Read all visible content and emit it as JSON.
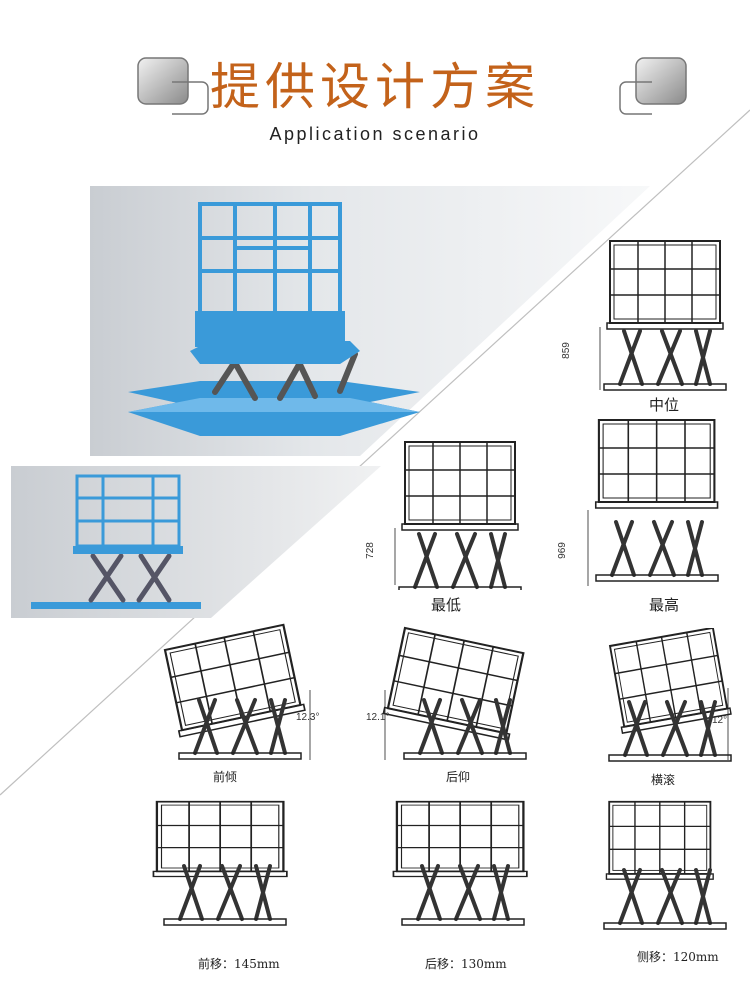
{
  "header": {
    "title": "提供设计方案",
    "subtitle": "Application scenario"
  },
  "colors": {
    "title": "#c3621a",
    "platform_blue": "#3a9ad9",
    "line": "#222222",
    "diagonal": "#bfbfbf"
  },
  "views": {
    "mid": {
      "label": "中位",
      "dim": "859"
    },
    "low": {
      "label": "最低",
      "dim": "728"
    },
    "high": {
      "label": "最高",
      "dim": "969"
    },
    "front_tilt": {
      "label": "前倾",
      "dim": "12.3°"
    },
    "back_tilt": {
      "label": "后仰",
      "dim": "12.1°"
    },
    "roll": {
      "label": "横滚",
      "dim": "12°"
    },
    "front_shift": {
      "label": "前移：145mm"
    },
    "back_shift": {
      "label": "后移：130mm"
    },
    "side_shift": {
      "label": "侧移：120mm"
    }
  }
}
